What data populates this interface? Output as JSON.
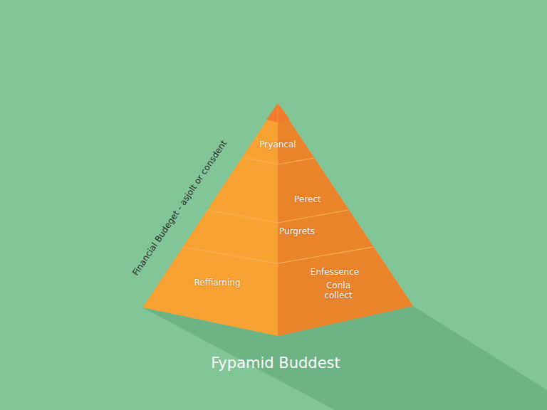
{
  "diagram": {
    "title": "Fypamid Buddest",
    "nodes": [
      {
        "text": [
          "Pryancal"
        ]
      },
      {
        "text": [
          "Perect"
        ]
      },
      {
        "text": [
          "Purgrets"
        ]
      },
      {
        "text": [
          "Reffiarning",
          "Enfessence",
          "Conla collect"
        ]
      }
    ],
    "labels": [
      "Financial Budeget - asjolt or consdent"
    ]
  }
}
